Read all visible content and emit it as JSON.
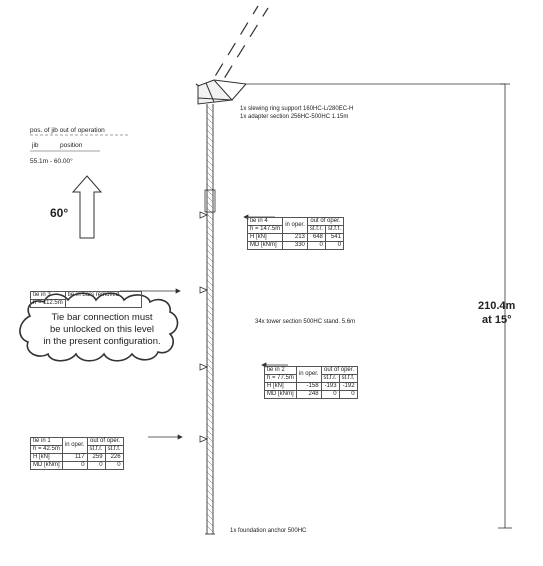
{
  "jib_position": {
    "title": "pos. of jib out of operation",
    "col_jib": "jib",
    "col_position": "position",
    "range": "55.1m - 60.00°",
    "angle": "60°"
  },
  "crane_labels": {
    "slewing_ring": "1x slewing ring support 160HC-L/280EC-H",
    "adapter": "1x adapter section 256HC-500HC 1.15m",
    "tower_sections": "34x tower section 500HC stand. 5.6m",
    "foundation": "1x foundation anchor 500HC"
  },
  "total_height": {
    "value": "210.4m",
    "angle": "at 15°"
  },
  "tie4": {
    "name": "tie in 4",
    "height": "h = 147.5m",
    "in_oper": "in oper.",
    "out_oper": "out of oper.",
    "sub1": "st.f.r.",
    "sub2": "st.f.f.",
    "row_h": "H  [kN]",
    "row_md": "MD [kNm]",
    "h_vals": [
      "213",
      "648",
      "541"
    ],
    "md_vals": [
      "330",
      "0",
      "0"
    ]
  },
  "tie3": {
    "name": "tie in 3",
    "height": "h = 112.5m",
    "note": "tie-in bars removed",
    "warning": [
      "Tie bar connection must",
      "be unlocked on this level",
      "in the present configuration."
    ]
  },
  "tie2": {
    "name": "tie in 2",
    "height": "h = 77.5m",
    "in_oper": "in oper.",
    "out_oper": "out of oper.",
    "sub1": "st.f.r.",
    "sub2": "st.f.f.",
    "row_h": "H  [kN]",
    "row_md": "MD [kNm]",
    "h_vals": [
      "-158",
      "-193",
      "-192"
    ],
    "md_vals": [
      "248",
      "0",
      "0"
    ]
  },
  "tie1": {
    "name": "tie in 1",
    "height": "h = 42.5m",
    "in_oper": "in oper.",
    "out_oper": "out of oper.",
    "sub1": "st.f.r.",
    "sub2": "st.f.f.",
    "row_h": "H  [kN]",
    "row_md": "MD [kNm]",
    "h_vals": [
      "117",
      "259",
      "226"
    ],
    "md_vals": [
      "0",
      "0",
      "0"
    ]
  }
}
